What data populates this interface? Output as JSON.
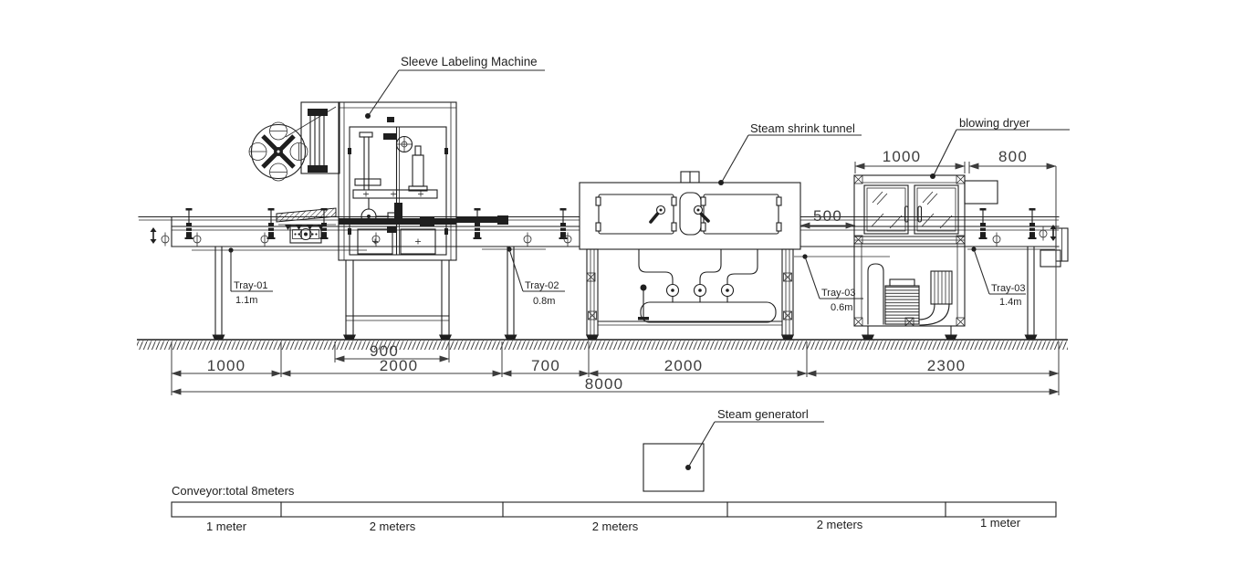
{
  "diagram": {
    "colors": {
      "ink": "#1f1f1f",
      "background": "#ffffff"
    },
    "machine_labels": {
      "sleeve_labeler": "Sleeve Labeling Machine",
      "steam_tunnel": "Steam shrink tunnel",
      "blowing_dryer": "blowing dryer",
      "steam_generator": "Steam generatorl"
    },
    "dimensions": {
      "dryer_width": "1000",
      "dryer_outfeed": "800",
      "tunnel_to_dryer_gap": "500",
      "labeler_base": "900",
      "seg_infeed": "1000",
      "seg_labeler": "2000",
      "seg_mid": "700",
      "seg_tunnel": "2000",
      "seg_dryer": "2300",
      "total": "8000"
    },
    "trays": [
      {
        "name": "Tray-01",
        "length": "1.1m"
      },
      {
        "name": "Tray-02",
        "length": "0.8m"
      },
      {
        "name": "Tray-03",
        "length": "0.6m"
      },
      {
        "name": "Tray-03",
        "length": "1.4m"
      }
    ],
    "conveyor": {
      "note": "Conveyor:total 8meters",
      "segments": [
        "1 meter",
        "2 meters",
        "2 meters",
        "2 meters",
        "1 meter"
      ]
    }
  }
}
